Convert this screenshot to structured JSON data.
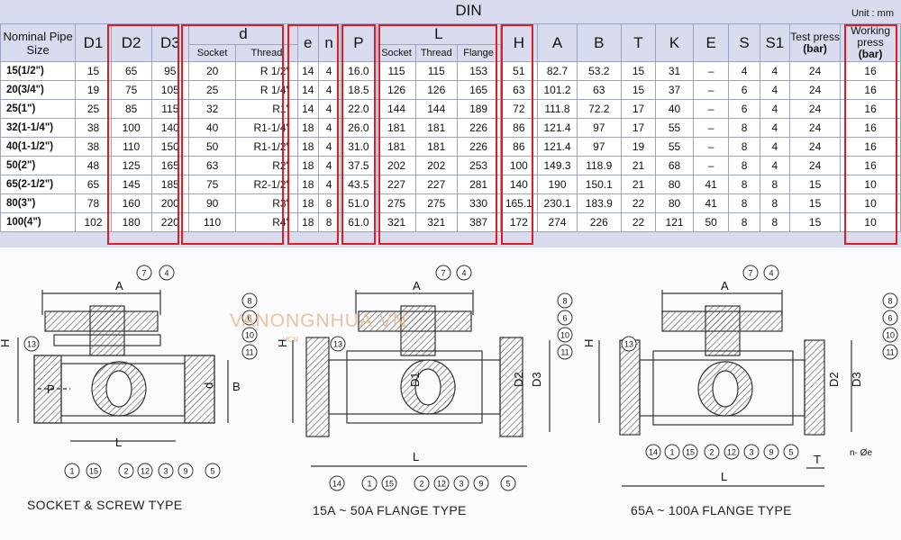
{
  "title": "DIN",
  "unit": "Unit : mm",
  "headers": {
    "nominal": "Nominal Pipe Size",
    "D1": "D1",
    "D2": "D2",
    "D3": "D3",
    "d": "d",
    "d_socket": "Socket",
    "d_thread": "Thread",
    "e": "e",
    "n": "n",
    "P": "P",
    "L": "L",
    "L_socket": "Socket",
    "L_thread": "Thread",
    "L_flange": "Flange",
    "H": "H",
    "A": "A",
    "B": "B",
    "T": "T",
    "K": "K",
    "E": "E",
    "S": "S",
    "S1": "S1",
    "test_press": "Test press",
    "test_unit": "(bar)",
    "working_press": "Working press",
    "working_unit": "(bar)"
  },
  "rows": [
    {
      "size": "15(1/2\")",
      "D1": "15",
      "D2": "65",
      "D3": "95",
      "d_socket": "20",
      "d_thread": "R 1/2\"",
      "e": "14",
      "n": "4",
      "P": "16.0",
      "L_socket": "115",
      "L_thread": "115",
      "L_flange": "153",
      "H": "51",
      "A": "82.7",
      "B": "53.2",
      "T": "15",
      "K": "31",
      "E": "–",
      "S": "4",
      "S1": "4",
      "test": "24",
      "working": "16"
    },
    {
      "size": "20(3/4\")",
      "D1": "19",
      "D2": "75",
      "D3": "105",
      "d_socket": "25",
      "d_thread": "R 1/4\"",
      "e": "14",
      "n": "4",
      "P": "18.5",
      "L_socket": "126",
      "L_thread": "126",
      "L_flange": "165",
      "H": "63",
      "A": "101.2",
      "B": "63",
      "T": "15",
      "K": "37",
      "E": "–",
      "S": "6",
      "S1": "4",
      "test": "24",
      "working": "16"
    },
    {
      "size": "25(1\")",
      "D1": "25",
      "D2": "85",
      "D3": "115",
      "d_socket": "32",
      "d_thread": "R1\"",
      "e": "14",
      "n": "4",
      "P": "22.0",
      "L_socket": "144",
      "L_thread": "144",
      "L_flange": "189",
      "H": "72",
      "A": "111.8",
      "B": "72.2",
      "T": "17",
      "K": "40",
      "E": "–",
      "S": "6",
      "S1": "4",
      "test": "24",
      "working": "16"
    },
    {
      "size": "32(1-1/4\")",
      "D1": "38",
      "D2": "100",
      "D3": "140",
      "d_socket": "40",
      "d_thread": "R1-1/4\"",
      "e": "18",
      "n": "4",
      "P": "26.0",
      "L_socket": "181",
      "L_thread": "181",
      "L_flange": "226",
      "H": "86",
      "A": "121.4",
      "B": "97",
      "T": "17",
      "K": "55",
      "E": "–",
      "S": "8",
      "S1": "4",
      "test": "24",
      "working": "16"
    },
    {
      "size": "40(1-1/2\")",
      "D1": "38",
      "D2": "110",
      "D3": "150",
      "d_socket": "50",
      "d_thread": "R1-1/2\"",
      "e": "18",
      "n": "4",
      "P": "31.0",
      "L_socket": "181",
      "L_thread": "181",
      "L_flange": "226",
      "H": "86",
      "A": "121.4",
      "B": "97",
      "T": "19",
      "K": "55",
      "E": "–",
      "S": "8",
      "S1": "4",
      "test": "24",
      "working": "16"
    },
    {
      "size": "50(2\")",
      "D1": "48",
      "D2": "125",
      "D3": "165",
      "d_socket": "63",
      "d_thread": "R2\"",
      "e": "18",
      "n": "4",
      "P": "37.5",
      "L_socket": "202",
      "L_thread": "202",
      "L_flange": "253",
      "H": "100",
      "A": "149.3",
      "B": "118.9",
      "T": "21",
      "K": "68",
      "E": "–",
      "S": "8",
      "S1": "4",
      "test": "24",
      "working": "16"
    },
    {
      "size": "65(2-1/2\")",
      "D1": "65",
      "D2": "145",
      "D3": "185",
      "d_socket": "75",
      "d_thread": "R2-1/2\"",
      "e": "18",
      "n": "4",
      "P": "43.5",
      "L_socket": "227",
      "L_thread": "227",
      "L_flange": "281",
      "H": "140",
      "A": "190",
      "B": "150.1",
      "T": "21",
      "K": "80",
      "E": "41",
      "S": "8",
      "S1": "8",
      "test": "15",
      "working": "10"
    },
    {
      "size": "80(3\")",
      "D1": "78",
      "D2": "160",
      "D3": "200",
      "d_socket": "90",
      "d_thread": "R3\"",
      "e": "18",
      "n": "8",
      "P": "51.0",
      "L_socket": "275",
      "L_thread": "275",
      "L_flange": "330",
      "H": "165.1",
      "A": "230.1",
      "B": "183.9",
      "T": "22",
      "K": "80",
      "E": "41",
      "S": "8",
      "S1": "8",
      "test": "15",
      "working": "10"
    },
    {
      "size": "100(4\")",
      "D1": "102",
      "D2": "180",
      "D3": "220",
      "d_socket": "110",
      "d_thread": "R4\"",
      "e": "18",
      "n": "8",
      "P": "61.0",
      "L_socket": "321",
      "L_thread": "321",
      "L_flange": "387",
      "H": "172",
      "A": "274",
      "B": "226",
      "T": "22",
      "K": "121",
      "E": "50",
      "S": "8",
      "S1": "8",
      "test": "15",
      "working": "10"
    }
  ],
  "drawings": {
    "captions": [
      "SOCKET & SCREW TYPE",
      "15A ~ 50A  FLANGE TYPE",
      "65A ~ 100A FLANGE TYPE"
    ],
    "watermark": "VANONGNHUA.VN",
    "watermark_sub": "VCN",
    "dim_labels": {
      "A": "A",
      "H": "H",
      "P": "P",
      "d": "d",
      "B": "B",
      "L": "L",
      "D1": "D1",
      "D2": "D2",
      "D3": "D3",
      "T": "T",
      "ne": "n- Øe"
    },
    "callouts_socket": [
      "7",
      "4",
      "8",
      "6",
      "10",
      "11",
      "13",
      "1",
      "15",
      "2",
      "12",
      "3",
      "9",
      "5"
    ],
    "callouts_flange_small": [
      "7",
      "4",
      "8",
      "6",
      "10",
      "11",
      "13",
      "14",
      "1",
      "15",
      "2",
      "12",
      "3",
      "9",
      "5"
    ],
    "callouts_flange_large": [
      "7",
      "4",
      "8",
      "6",
      "10",
      "11",
      "13",
      "14",
      "1",
      "15",
      "2",
      "12",
      "3",
      "9",
      "5"
    ]
  }
}
